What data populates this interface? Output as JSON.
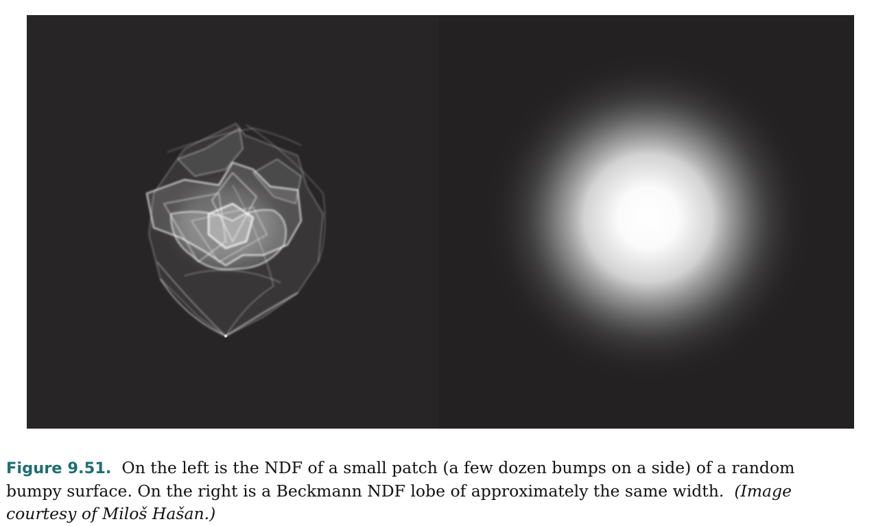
{
  "caption": {
    "label": "Figure 9.51.",
    "line1": "On the left is the NDF of a small patch (a few dozen bumps on a side) of a random",
    "line2": "bumpy surface. On the right is a Beckmann NDF lobe of approximately the same width.",
    "credit_start": "(Image",
    "credit_end": "courtesy of Miloš Hašan.)"
  },
  "colors": {
    "panel_background": "#272526",
    "caption_label": "#1e6e72"
  }
}
